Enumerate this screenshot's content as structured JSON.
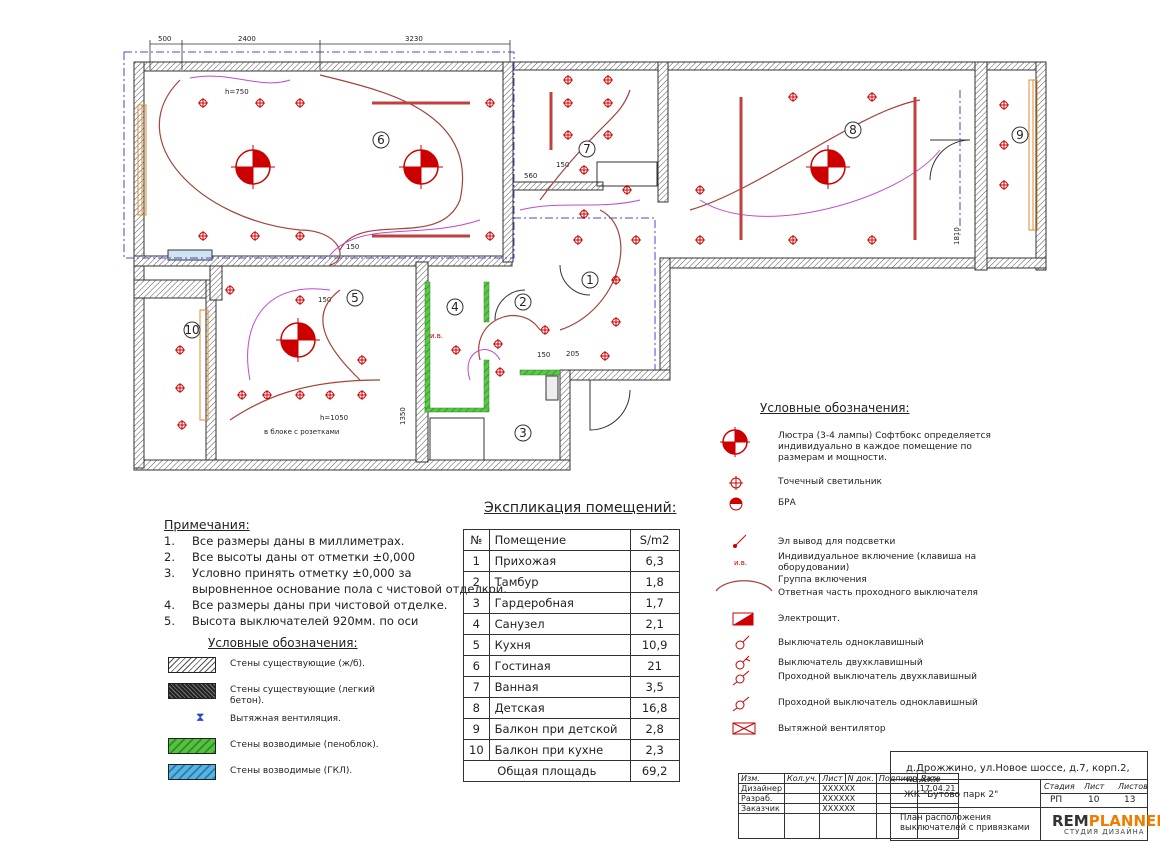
{
  "dims": {
    "d1": "500",
    "d2": "2400",
    "d3": "3230",
    "h750": "h=750",
    "h1050": "h=1050",
    "d150": "150",
    "d560": "560",
    "d205": "205",
    "d1350": "1350",
    "d1810": "1810"
  },
  "room_numbers": [
    "1",
    "2",
    "3",
    "4",
    "5",
    "6",
    "7",
    "8",
    "9",
    "10"
  ],
  "plan_labels": {
    "block_sockets": "в блоке с розетками",
    "iv": "и.в."
  },
  "notes": {
    "title": "Примечания:",
    "items": [
      {
        "n": "1.",
        "t": "Все размеры даны в миллиметрах."
      },
      {
        "n": "2.",
        "t": "Все высоты даны от отметки ±0,000"
      },
      {
        "n": "3.",
        "t": "Условно принять отметку ±0,000 за"
      },
      {
        "n": "",
        "t": "выровненное основание пола с чистовой отделкой."
      },
      {
        "n": "4.",
        "t": "Все размеры даны при чистовой отделке."
      },
      {
        "n": "5.",
        "t": "Высота выключателей 920мм. по оси"
      }
    ]
  },
  "legend_left": {
    "title": "Условные обозначения:",
    "items": [
      {
        "label": "Стены существующие (ж/б)."
      },
      {
        "label": "Стены существующие (легкий бетон)."
      },
      {
        "label": "Вытяжная вентиляция."
      },
      {
        "label": "Стены возводимые (пеноблок)."
      },
      {
        "label": "Стены возводимые (ГКЛ)."
      }
    ]
  },
  "explication": {
    "title": "Экспликация помещений:",
    "headers": [
      "№",
      "Помещение",
      "S/m2"
    ],
    "rows": [
      [
        "1",
        "Прихожая",
        "6,3"
      ],
      [
        "2",
        "Тамбур",
        "1,8"
      ],
      [
        "3",
        "Гардеробная",
        "1,7"
      ],
      [
        "4",
        "Санузел",
        "2,1"
      ],
      [
        "5",
        "Кухня",
        "10,9"
      ],
      [
        "6",
        "Гостиная",
        "21"
      ],
      [
        "7",
        "Ванная",
        "3,5"
      ],
      [
        "8",
        "Детская",
        "16,8"
      ],
      [
        "9",
        "Балкон при детской",
        "2,8"
      ],
      [
        "10",
        "Балкон при кухне",
        "2,3"
      ]
    ],
    "total_label": "Общая площадь",
    "total_value": "69,2"
  },
  "legend_right": {
    "title": "Условные обозначения:",
    "items": [
      {
        "label": "Люстра (3-4 лампы) Софтбокс определяется индивидуально в каждое помещение по размерам и мощности."
      },
      {
        "label": "Точечный светильник"
      },
      {
        "label": "БРА"
      },
      {
        "label": "Эл вывод для подсветки"
      },
      {
        "label": "Индивидуальное включение (клавиша на оборудовании)"
      },
      {
        "label": "Группа включения"
      },
      {
        "label": "Ответная часть проходного выключателя"
      },
      {
        "label": "Электрощит."
      },
      {
        "label": "Выключатель одноклавишный"
      },
      {
        "label": "Выключатель двухклавишный"
      },
      {
        "label": "Проходной выключатель двухклавишный"
      },
      {
        "label": "Проходной выключатель одноклавишный"
      },
      {
        "label": "Вытяжной вентилятор"
      }
    ]
  },
  "stamp": {
    "address": "д.Дрожжино, ул.Новое шоссе, д.7, корп.2, кв.ххх",
    "project": "ЖК \"Бутово парк 2\"",
    "sheet_title": "План расположения выключателей с привязками",
    "cols": [
      "Изм.",
      "Кол.уч.",
      "Лист",
      "N док.",
      "Подпись",
      "Дата"
    ],
    "roles": [
      "Дизайнер",
      "Разраб.",
      "Заказчик"
    ],
    "signers": [
      "ХХХХХХ",
      "ХХХХХХ",
      "ХХХХХХ"
    ],
    "date": "17.04.21",
    "stage_head": [
      "Стадия",
      "Лист",
      "Листов"
    ],
    "stage_vals": [
      "РП",
      "10",
      "13"
    ],
    "logo_a": "REM",
    "logo_b": "PLANNER",
    "logo_sub": "СТУДИЯ ДИЗАЙНА"
  }
}
